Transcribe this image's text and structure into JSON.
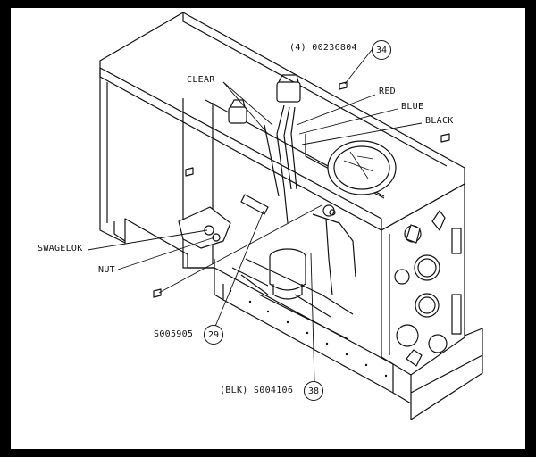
{
  "labels": {
    "clear": "CLEAR",
    "red": "RED",
    "blue": "BLUE",
    "black": "BLACK",
    "swagelok": "SWAGELOK",
    "nut": "NUT",
    "part_34": "(4) 00236804",
    "part_29": "S005905",
    "part_38": "(BLK) S004106"
  },
  "callouts": {
    "c34": "34",
    "c29": "29",
    "c38": "38"
  },
  "colors": {
    "background": "#000000",
    "paper": "#ffffff",
    "ink": "#111111"
  }
}
